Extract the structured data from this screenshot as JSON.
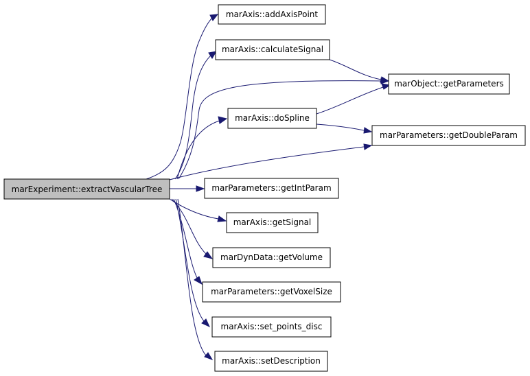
{
  "graph": {
    "root": "marExperiment::extractVascularTree",
    "nodes": {
      "addAxisPoint": "marAxis::addAxisPoint",
      "calculateSignal": "marAxis::calculateSignal",
      "getParameters": "marObject::getParameters",
      "doSpline": "marAxis::doSpline",
      "getDoubleParam": "marParameters::getDoubleParam",
      "getIntParam": "marParameters::getIntParam",
      "getSignal": "marAxis::getSignal",
      "getVolume": "marDynData::getVolume",
      "getVoxelSize": "marParameters::getVoxelSize",
      "setPointsDisc": "marAxis::set_points_disc",
      "setDescription": "marAxis::setDescription"
    },
    "edges": [
      [
        "root",
        "addAxisPoint"
      ],
      [
        "root",
        "calculateSignal"
      ],
      [
        "root",
        "getParameters"
      ],
      [
        "root",
        "doSpline"
      ],
      [
        "root",
        "getDoubleParam"
      ],
      [
        "root",
        "getIntParam"
      ],
      [
        "root",
        "getSignal"
      ],
      [
        "root",
        "getVolume"
      ],
      [
        "root",
        "getVoxelSize"
      ],
      [
        "root",
        "setPointsDisc"
      ],
      [
        "root",
        "setDescription"
      ],
      [
        "calculateSignal",
        "getParameters"
      ],
      [
        "doSpline",
        "getParameters"
      ],
      [
        "doSpline",
        "getDoubleParam"
      ]
    ],
    "edge_color": "#191970",
    "root_fill": "#bfbfbf"
  }
}
